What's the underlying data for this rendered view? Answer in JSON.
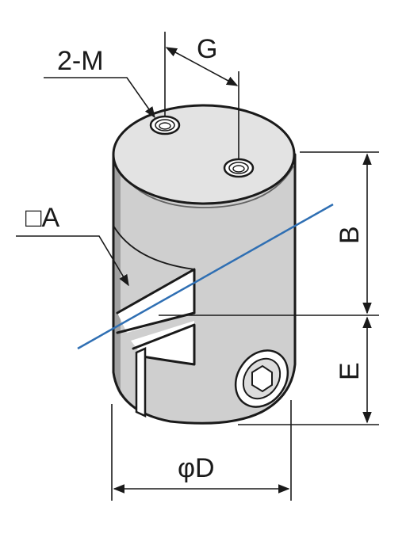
{
  "labels": {
    "tap_thread": "2-M",
    "hole_pitch": "G",
    "square_size": "□A",
    "height_b": "B",
    "height_e": "E",
    "diameter": "φD"
  },
  "colors": {
    "body": "#cfcfcf",
    "line": "#1a1a1a",
    "shaft_axis": "#2f6fb3"
  }
}
